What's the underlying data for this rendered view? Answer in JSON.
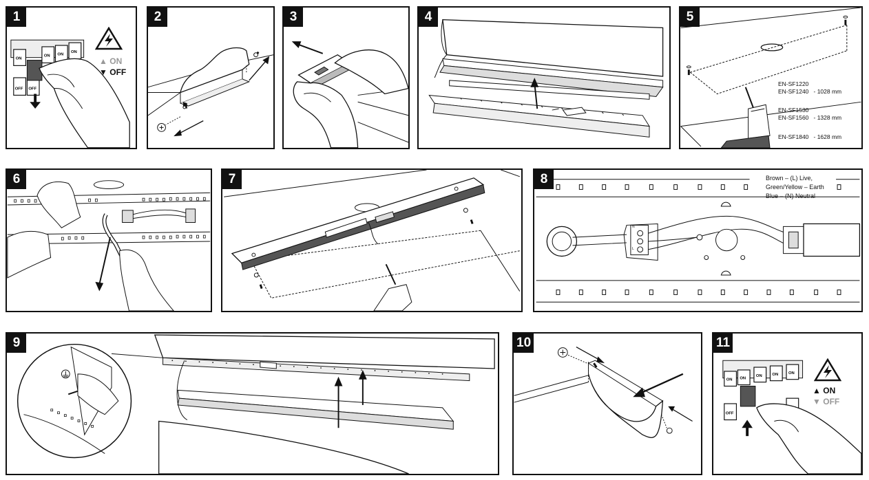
{
  "steps": [
    {
      "number": "1"
    },
    {
      "number": "2"
    },
    {
      "number": "3"
    },
    {
      "number": "4"
    },
    {
      "number": "5"
    },
    {
      "number": "6"
    },
    {
      "number": "7"
    },
    {
      "number": "8"
    },
    {
      "number": "9"
    },
    {
      "number": "10"
    },
    {
      "number": "11"
    }
  ],
  "switch_labels": {
    "on": "ON",
    "off": "OFF",
    "on_small": "ON",
    "off_small": "OFF"
  },
  "step1": {
    "on_label": "ON",
    "off_label": "OFF"
  },
  "step11": {
    "on_label": "ON",
    "off_label": "OFF"
  },
  "step5": {
    "models": [
      {
        "lines": [
          "EN-SF1220",
          "EN-SF1240"
        ],
        "length": "- 1028 mm"
      },
      {
        "lines": [
          "EN-SF1530",
          "EN-SF1560"
        ],
        "length": "- 1328 mm"
      },
      {
        "lines": [
          "EN-SF1840"
        ],
        "length": "- 1628 mm"
      }
    ]
  },
  "step8": {
    "wiring": [
      "Brown – (L) Live,",
      "Green/Yellow – Earth",
      "Blue – (N) Neutral"
    ],
    "terminal_letters": [
      "N",
      "",
      "L"
    ]
  },
  "colors": {
    "ink": "#111111",
    "gray": "#9a9a9a",
    "switch_dark": "#555555",
    "panel_bg": "#ffffff"
  },
  "icons": [
    "high-voltage-warning-icon",
    "arrow-up-icon",
    "arrow-down-icon"
  ]
}
